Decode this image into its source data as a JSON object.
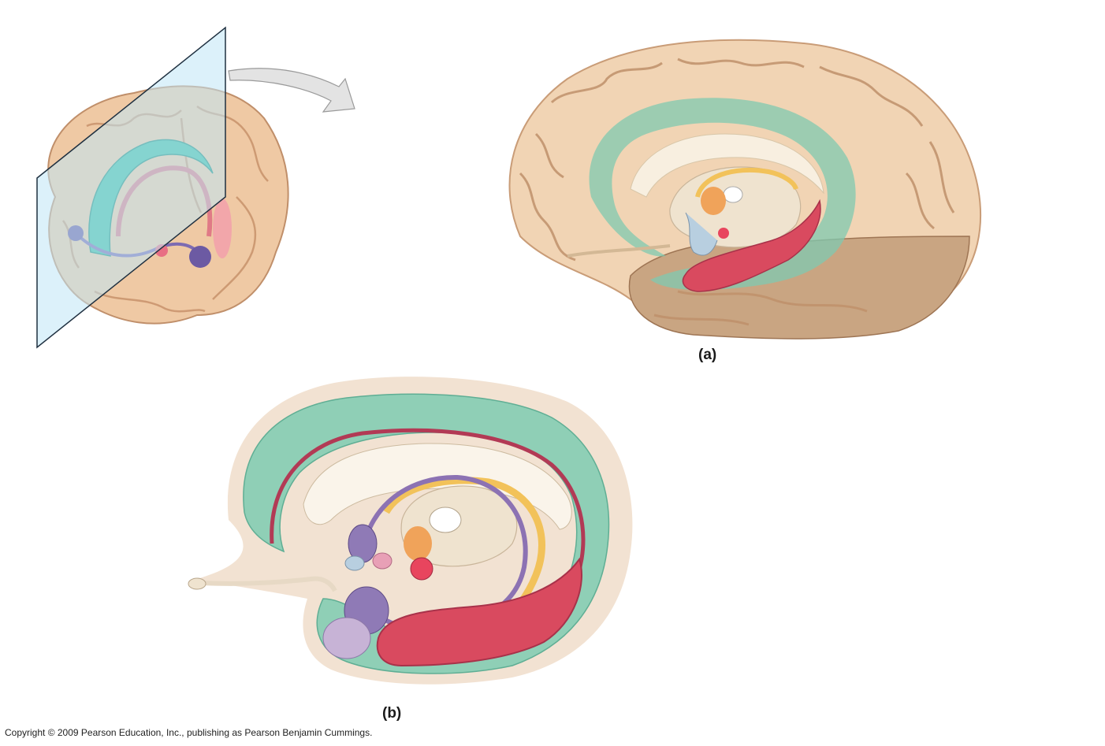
{
  "panels": {
    "a": {
      "label": "(a)"
    },
    "b": {
      "label": "(b)"
    }
  },
  "footer": {
    "copyright": "Copyright © 2009 Pearson Education, Inc., publishing as Pearson Benjamin Cummings."
  },
  "colors": {
    "background": "#ffffff",
    "cortex": "#f1d4b4",
    "cortex_shadow": "#c99c77",
    "limbic_green": "#7fc9b0",
    "teal_cingulate": "#3fbfa3",
    "hippocampus_red": "#d94a5f",
    "fornix_yellow": "#f2c25a",
    "stria_purple": "#8c72b3",
    "thalamus_cream": "#efe3cf",
    "mammillary_pink": "#e8455e",
    "section_plane": "#bfe6f5",
    "arrow_gray": "#d9d9d9"
  }
}
